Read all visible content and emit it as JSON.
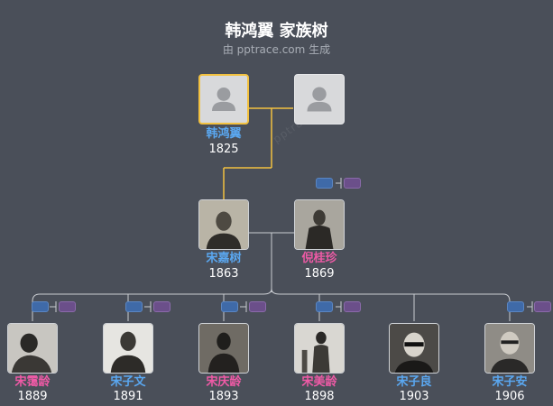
{
  "header": {
    "title": "韩鸿翼 家族树",
    "subtitle": "由 pptrace.com 生成"
  },
  "watermark": "pptrace.com",
  "colors": {
    "background": "#4a4f59",
    "line": "#c9ccd1",
    "highlight_line": "#f2c140",
    "male": "#5aa7f0",
    "female": "#ef5aa6"
  },
  "people": {
    "han_hongyi": {
      "name": "韩鸿翼",
      "year": "1825",
      "icon": "person-placeholder-icon"
    },
    "spouse_unknown": {
      "icon": "person-placeholder-icon"
    },
    "song_jiashu": {
      "name": "宋嘉树",
      "year": "1863"
    },
    "ni_guizhen": {
      "name": "倪桂珍",
      "year": "1869"
    },
    "song_ailing": {
      "name": "宋霭龄",
      "year": "1889"
    },
    "song_ziwen": {
      "name": "宋子文",
      "year": "1891"
    },
    "song_qingling": {
      "name": "宋庆龄",
      "year": "1893"
    },
    "song_meiling": {
      "name": "宋美龄",
      "year": "1898"
    },
    "song_ziliang": {
      "name": "宋子良",
      "year": "1903"
    },
    "song_zian": {
      "name": "宋子安",
      "year": "1906"
    }
  }
}
